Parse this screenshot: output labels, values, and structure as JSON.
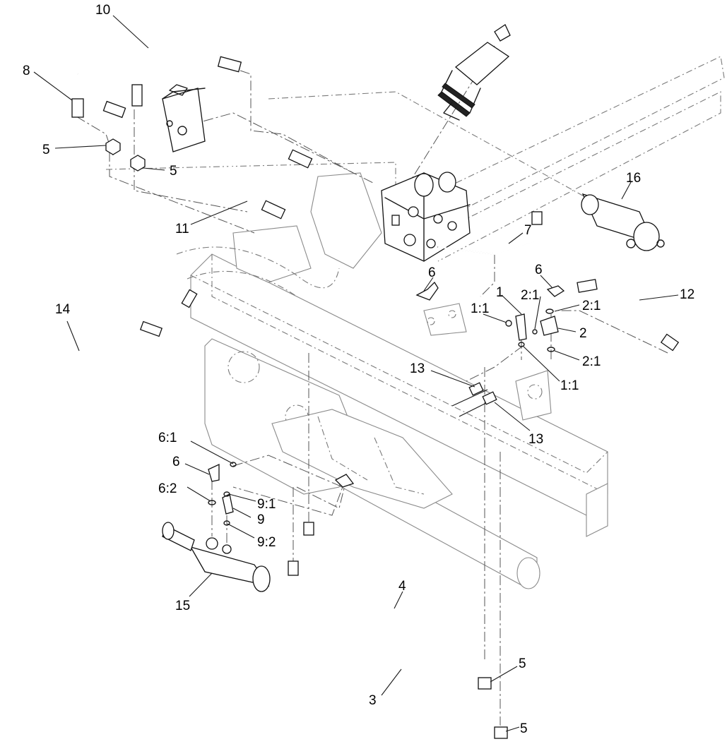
{
  "callouts": [
    {
      "id": "c10",
      "text": "10"
    },
    {
      "id": "c8",
      "text": "8"
    },
    {
      "id": "c5a",
      "text": "5"
    },
    {
      "id": "c5b",
      "text": "5"
    },
    {
      "id": "c11",
      "text": "11"
    },
    {
      "id": "c16",
      "text": "16"
    },
    {
      "id": "c7",
      "text": "7"
    },
    {
      "id": "c6a",
      "text": "6"
    },
    {
      "id": "c6b",
      "text": "6"
    },
    {
      "id": "c1",
      "text": "1"
    },
    {
      "id": "c1_1a",
      "text": "1:1"
    },
    {
      "id": "c2_1a",
      "text": "2:1"
    },
    {
      "id": "c2_1b",
      "text": "2:1"
    },
    {
      "id": "c12",
      "text": "12"
    },
    {
      "id": "c2",
      "text": "2"
    },
    {
      "id": "c2_1c",
      "text": "2:1"
    },
    {
      "id": "c1_1b",
      "text": "1:1"
    },
    {
      "id": "c14",
      "text": "14"
    },
    {
      "id": "c13a",
      "text": "13"
    },
    {
      "id": "c13b",
      "text": "13"
    },
    {
      "id": "c6_1",
      "text": "6:1"
    },
    {
      "id": "c6c",
      "text": "6"
    },
    {
      "id": "c6_2",
      "text": "6:2"
    },
    {
      "id": "c9_1",
      "text": "9:1"
    },
    {
      "id": "c9",
      "text": "9"
    },
    {
      "id": "c9_2",
      "text": "9:2"
    },
    {
      "id": "c15",
      "text": "15"
    },
    {
      "id": "c4",
      "text": "4"
    },
    {
      "id": "c5c",
      "text": "5"
    },
    {
      "id": "c3",
      "text": "3"
    },
    {
      "id": "c5d",
      "text": "5"
    }
  ]
}
